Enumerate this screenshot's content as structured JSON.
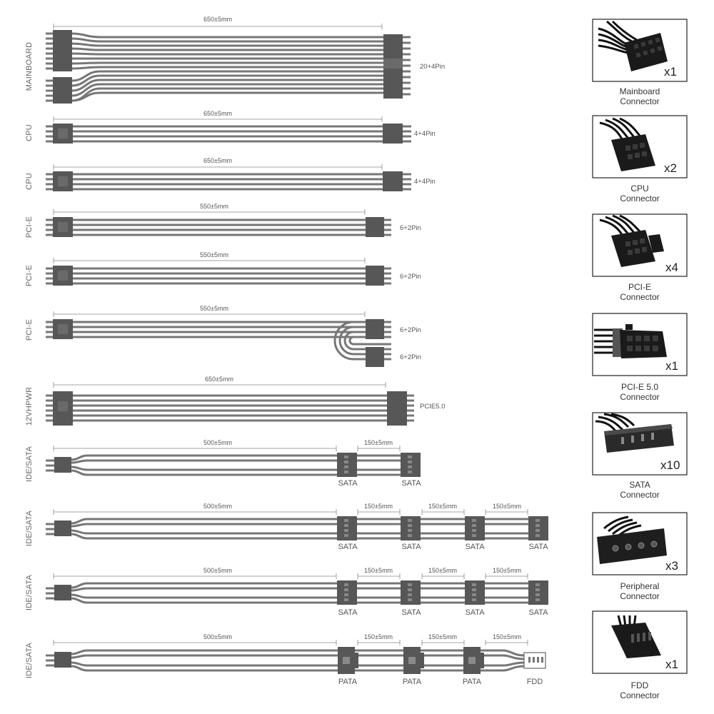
{
  "cables": [
    {
      "side": "MAINBOARD",
      "length": "650±5mm",
      "connectors": [
        {
          "label": "20+4Pin"
        }
      ]
    },
    {
      "side": "CPU",
      "length": "650±5mm",
      "connectors": [
        {
          "label": "4+4Pin"
        }
      ]
    },
    {
      "side": "CPU",
      "length": "650±5mm",
      "connectors": [
        {
          "label": "4+4Pin"
        }
      ]
    },
    {
      "side": "PCI-E",
      "length": "550±5mm",
      "connectors": [
        {
          "label": "6+2Pin"
        }
      ]
    },
    {
      "side": "PCI-E",
      "length": "550±5mm",
      "connectors": [
        {
          "label": "6+2Pin"
        }
      ]
    },
    {
      "side": "PCI-E",
      "length": "550±5mm",
      "connectors": [
        {
          "label": "6+2Pin"
        },
        {
          "label": "6+2Pin"
        }
      ]
    },
    {
      "side": "12VHPWR",
      "length": "650±5mm",
      "connectors": [
        {
          "label": "PCIE5.0"
        }
      ]
    },
    {
      "side": "IDE/SATA",
      "length": "500±5mm",
      "segments": [
        "150±5mm"
      ],
      "connectors": [
        {
          "label": "SATA"
        },
        {
          "label": "SATA"
        }
      ]
    },
    {
      "side": "IDE/SATA",
      "length": "500±5mm",
      "segments": [
        "150±5mm",
        "150±5mm",
        "150±5mm"
      ],
      "connectors": [
        {
          "label": "SATA"
        },
        {
          "label": "SATA"
        },
        {
          "label": "SATA"
        },
        {
          "label": "SATA"
        }
      ]
    },
    {
      "side": "IDE/SATA",
      "length": "500±5mm",
      "segments": [
        "150±5mm",
        "150±5mm",
        "150±5mm"
      ],
      "connectors": [
        {
          "label": "SATA"
        },
        {
          "label": "SATA"
        },
        {
          "label": "SATA"
        },
        {
          "label": "SATA"
        }
      ]
    },
    {
      "side": "IDE/SATA",
      "length": "500±5mm",
      "segments": [
        "150±5mm",
        "150±5mm",
        "150±5mm"
      ],
      "connectors": [
        {
          "label": "PATA"
        },
        {
          "label": "PATA"
        },
        {
          "label": "PATA"
        },
        {
          "label": "FDD"
        }
      ]
    }
  ],
  "parts": [
    {
      "name_line1": "Mainboard",
      "name_line2": "Connector",
      "qty": "x1",
      "icon": "mainboard-connector-icon"
    },
    {
      "name_line1": "CPU",
      "name_line2": "Connector",
      "qty": "x2",
      "icon": "cpu-connector-icon"
    },
    {
      "name_line1": "PCI-E",
      "name_line2": "Connector",
      "qty": "x4",
      "icon": "pcie-connector-icon"
    },
    {
      "name_line1": "PCI-E 5.0",
      "name_line2": "Connector",
      "qty": "x1",
      "icon": "pcie5-connector-icon"
    },
    {
      "name_line1": "SATA",
      "name_line2": "Connector",
      "qty": "x10",
      "icon": "sata-connector-icon"
    },
    {
      "name_line1": "Peripheral",
      "name_line2": "Connector",
      "qty": "x3",
      "icon": "peripheral-connector-icon"
    },
    {
      "name_line1": "FDD",
      "name_line2": "Connector",
      "qty": "x1",
      "icon": "fdd-connector-icon"
    }
  ],
  "colors": {
    "cable": "#767676",
    "plug": "#575757",
    "label": "#555555"
  }
}
